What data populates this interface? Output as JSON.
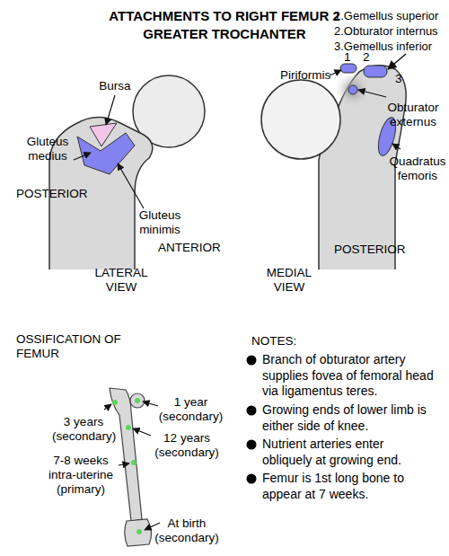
{
  "diagram": {
    "title": "ATTACHMENTS TO RIGHT FEMUR 2 GREATER TROCHANTER",
    "labels": [
      "Bursa",
      "Gluteus medius",
      "Gluteus minimis",
      "POSTERIOR",
      "LATERAL VIEW",
      "ANTERIOR",
      "1.Gemellus superior",
      "2.Obturator internus",
      "3.Gemellus inferior",
      "Piriformis",
      "1",
      "2",
      "3",
      "Obturator externus",
      "Quadratus femoris",
      "MEDIAL VIEW",
      "POSTERIOR",
      "OSSIFICATION OF FEMUR",
      "3 years (secondary)",
      "1 year (secondary)",
      "12 years (secondary)",
      "7-8 weeks intra-uterine (primary)",
      "At birth (secondary)",
      "NOTES:",
      "Branch of obturator artery supplies fovea of femoral head via ligamentus teres.",
      "Growing ends of lower limb is either side of knee.",
      "Nutrient arteries enter obliquely at growing end.",
      "Femur is 1st long bone to appear at 7 weeks."
    ]
  }
}
